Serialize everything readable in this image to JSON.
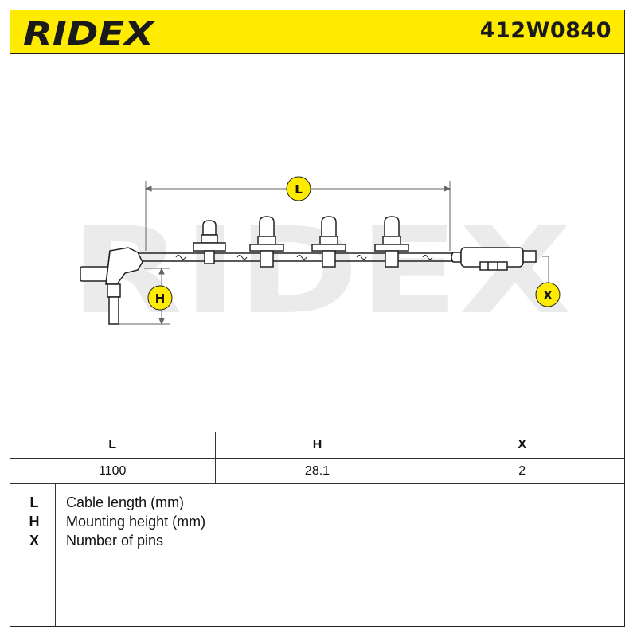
{
  "header": {
    "brand": "RIDEX",
    "part_number": "412W0840"
  },
  "drawing": {
    "watermark": "RIDEX",
    "labels": {
      "l": "L",
      "h": "H",
      "x": "X"
    }
  },
  "spec_table": {
    "columns": [
      "L",
      "H",
      "X"
    ],
    "values": [
      "1100",
      "28.1",
      "2"
    ]
  },
  "legend": [
    {
      "key": "L",
      "text": "Cable length (mm)"
    },
    {
      "key": "H",
      "text": "Mounting height (mm)"
    },
    {
      "key": "X",
      "text": "Number of pins"
    }
  ],
  "colors": {
    "accent": "#ffeb00",
    "ink": "#1a1a1a",
    "watermark": "#ebebeb"
  }
}
